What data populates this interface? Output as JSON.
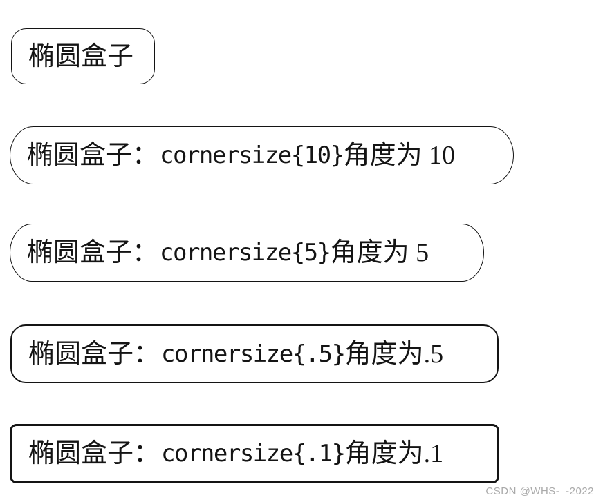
{
  "figure": {
    "description_colors": {
      "border": "#141414",
      "background": "#ffffff",
      "text": "#141414",
      "watermark": "#aaaaaa"
    },
    "boxes": [
      {
        "label": "椭圆盒子",
        "code": "",
        "suffix": ""
      },
      {
        "label": "椭圆盒子：",
        "code": "cornersize{10}",
        "suffix": " 角度为 10"
      },
      {
        "label": "椭圆盒子：",
        "code": "cornersize{5}",
        "suffix": " 角度为 5"
      },
      {
        "label": "椭圆盒子：",
        "code": "cornersize{.5}",
        "suffix": " 角度为.5"
      },
      {
        "label": "椭圆盒子：",
        "code": "cornersize{.1}",
        "suffix": " 角度为.1"
      }
    ],
    "watermark": {
      "text": "CSDN @WHS-_-2022",
      "color": "#aaaaaa"
    }
  }
}
